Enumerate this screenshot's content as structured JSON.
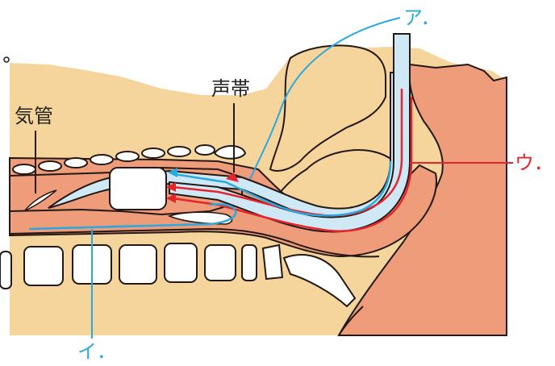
{
  "labels": {
    "vocal_cords": "声帯",
    "trachea": "気管",
    "a": "ア．",
    "i": "イ．",
    "u": "ウ．"
  },
  "colors": {
    "blue_line": "#29a9e0",
    "red_line": "#e5242b",
    "skin": "#f6d59c",
    "flesh": "#ee9c79",
    "tube": "#cfe8f5",
    "outline": "#231815",
    "background": "#f6d59c"
  }
}
